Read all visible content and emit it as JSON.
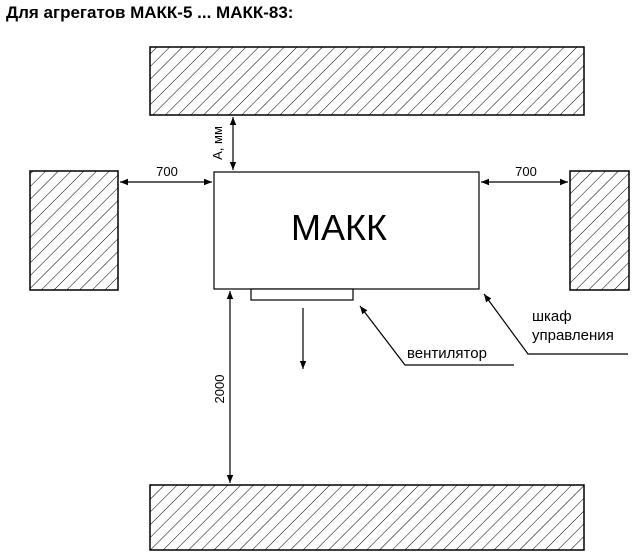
{
  "title": "Для агрегатов МАКК-5 ... МАКК-83:",
  "unit_label": "МАКК",
  "dimensions": {
    "top": "А, мм",
    "left": "700",
    "right": "700",
    "bottom": "2000"
  },
  "callouts": {
    "fan": "вентилятор",
    "control_cabinet_line1": "шкаф",
    "control_cabinet_line2": "управления"
  },
  "colors": {
    "line": "#000000",
    "hatch": "#000000",
    "background": "#ffffff"
  }
}
